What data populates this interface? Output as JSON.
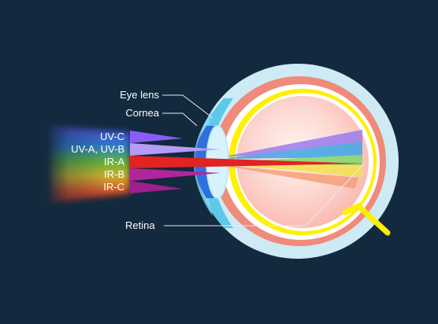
{
  "labels": {
    "eye_lens": "Eye lens",
    "cornea": "Cornea",
    "retina": "Retina"
  },
  "rays": [
    {
      "name": "UV-C",
      "color": "#8b5cf6"
    },
    {
      "name": "UV-A, UV-B",
      "color": "#b69cf5"
    },
    {
      "name": "IR-A",
      "color": "#e32222"
    },
    {
      "name": "IR-B",
      "color": "#b2259c"
    },
    {
      "name": "IR-C",
      "color": "#9c1f8c"
    }
  ],
  "colors": {
    "background": "#13293d",
    "sclera": "#f08a7a",
    "retina_line": "#ffef00",
    "cornea": "#5ec8ea",
    "iris": "#2f6fe0",
    "lens": "#d7f2fb"
  }
}
